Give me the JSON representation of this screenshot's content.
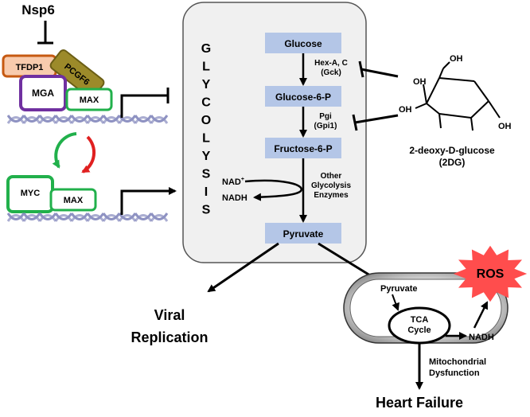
{
  "inhibitor_top": "Nsp6",
  "complex_proteins": {
    "tfdp1": "TFDP1",
    "pcgf6": "PCGF6",
    "mga": "MGA",
    "max_top": "MAX",
    "myc": "MYC",
    "max_bottom": "MAX"
  },
  "glycolysis_word": [
    "G",
    "L",
    "Y",
    "C",
    "O",
    "L",
    "Y",
    "S",
    "I",
    "S"
  ],
  "metabolites": {
    "glucose": "Glucose",
    "g6p": "Glucose-6-P",
    "f6p": "Fructose-6-P",
    "pyruvate": "Pyruvate"
  },
  "enzymes": {
    "hex_line1": "Hex-A, C",
    "hex_line2": "(Gck)",
    "pgi_line1": "Pgi",
    "pgi_line2": "(Gpi1)",
    "other_line1": "Other",
    "other_line2": "Glycolysis",
    "other_line3": "Enzymes"
  },
  "cofactors": {
    "nad": "NAD",
    "nad_sup": "+",
    "nadh": "NADH"
  },
  "drug": {
    "name_line1": "2-deoxy-D-glucose",
    "name_line2": "(2DG)",
    "oh": "OH"
  },
  "outcomes": {
    "viral_line1": "Viral",
    "viral_line2": "Replication",
    "heart_failure": "Heart Failure"
  },
  "mitochondrion": {
    "pyruvate": "Pyruvate",
    "tca_line1": "TCA",
    "tca_line2": "Cycle",
    "nadh": "NADH",
    "ros": "ROS",
    "dysfunction_line1": "Mitochondrial",
    "dysfunction_line2": "Dysfunction"
  },
  "colors": {
    "box_fill": "#b4c6e7",
    "panel_fill": "#f0f0f0",
    "tfdp1_border": "#c65911",
    "tfdp1_fill": "#f8cbad",
    "pcgf6_fill": "#9c8a2a",
    "mga_border": "#7030a0",
    "max_border": "#21b04b",
    "dna": "#8e92c2",
    "ros_star": "#ff4d4d",
    "arrow_green": "#21b04b",
    "arrow_red": "#e02020"
  }
}
